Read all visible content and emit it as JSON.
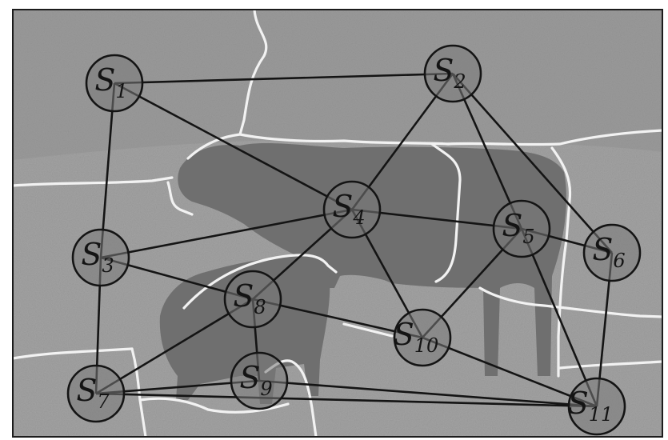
{
  "figure": {
    "nodes": [
      {
        "id": "s1",
        "label": "S",
        "subscript": "1"
      },
      {
        "id": "s2",
        "label": "S",
        "subscript": "2"
      },
      {
        "id": "s3",
        "label": "S",
        "subscript": "3"
      },
      {
        "id": "s4",
        "label": "S",
        "subscript": "4"
      },
      {
        "id": "s5",
        "label": "S",
        "subscript": "5"
      },
      {
        "id": "s6",
        "label": "S",
        "subscript": "6"
      },
      {
        "id": "s7",
        "label": "S",
        "subscript": "7"
      },
      {
        "id": "s8",
        "label": "S",
        "subscript": "8"
      },
      {
        "id": "s9",
        "label": "S",
        "subscript": "9"
      },
      {
        "id": "s10",
        "label": "S",
        "subscript": "10"
      },
      {
        "id": "s11",
        "label": "S",
        "subscript": "11"
      }
    ],
    "edges": [
      [
        "s1",
        "s2"
      ],
      [
        "s1",
        "s3"
      ],
      [
        "s1",
        "s4"
      ],
      [
        "s2",
        "s4"
      ],
      [
        "s2",
        "s5"
      ],
      [
        "s2",
        "s6"
      ],
      [
        "s3",
        "s4"
      ],
      [
        "s3",
        "s8"
      ],
      [
        "s3",
        "s7"
      ],
      [
        "s4",
        "s5"
      ],
      [
        "s4",
        "s8"
      ],
      [
        "s4",
        "s10"
      ],
      [
        "s5",
        "s6"
      ],
      [
        "s5",
        "s10"
      ],
      [
        "s5",
        "s11"
      ],
      [
        "s6",
        "s11"
      ],
      [
        "s7",
        "s8"
      ],
      [
        "s7",
        "s9"
      ],
      [
        "s7",
        "s11"
      ],
      [
        "s8",
        "s9"
      ],
      [
        "s8",
        "s10"
      ],
      [
        "s9",
        "s11"
      ],
      [
        "s10",
        "s11"
      ]
    ],
    "colors": {
      "photo_background": "#a3a3a3",
      "photo_shadow": "#8a8a8a",
      "animal_tone": "#6f6f6f",
      "segment_boundary": "#f2f2f2",
      "node_fill": "#7a7a7a",
      "node_stroke": "#141414",
      "edge": "#141414",
      "frame": "#1c1c1c"
    }
  }
}
